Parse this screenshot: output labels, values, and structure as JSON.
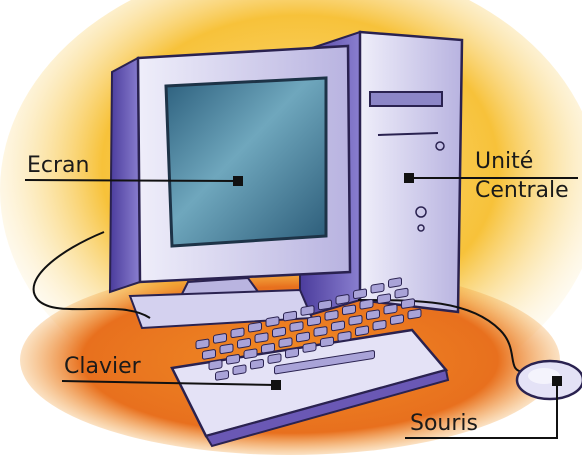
{
  "labels": {
    "screen": "Ecran",
    "central_unit_line1": "Unité",
    "central_unit_line2": "Centrale",
    "keyboard": "Clavier",
    "mouse": "Souris"
  },
  "colors": {
    "background_glow": "#f7c23a",
    "floor_orange": "#e8701e",
    "case_lavender": "#d9d6ef",
    "case_shadow": "#6a58b5",
    "screen_teal": "#3f7d9b",
    "line_black": "#111111"
  }
}
